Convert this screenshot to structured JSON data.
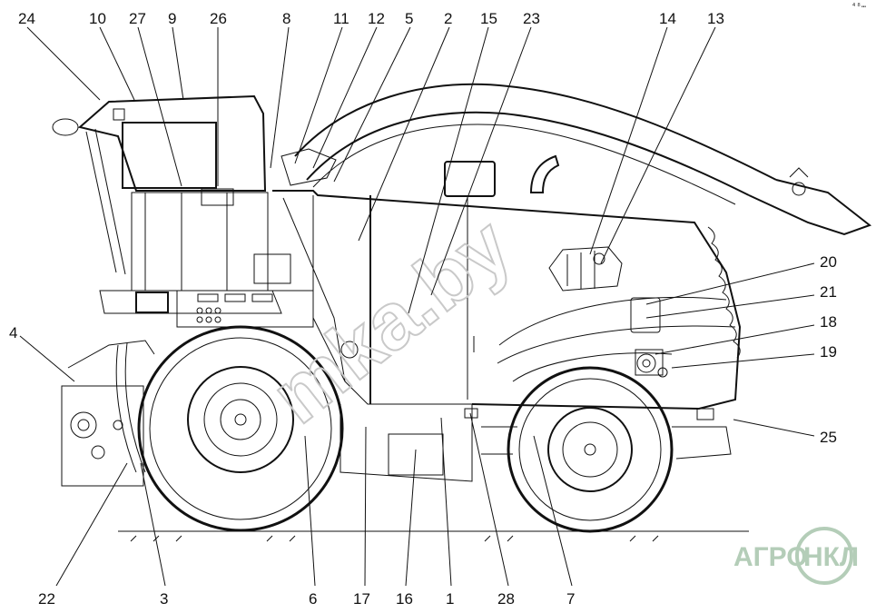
{
  "diagram": {
    "callouts": [
      "1",
      "2",
      "3",
      "4",
      "5",
      "6",
      "7",
      "8",
      "9",
      "10",
      "11",
      "12",
      "13",
      "14",
      "15",
      "16",
      "17",
      "18",
      "19",
      "20",
      "21",
      "22",
      "23",
      "24",
      "25",
      "26",
      "27",
      "28"
    ]
  },
  "watermark": {
    "text": "mka.by"
  },
  "logo": {
    "left": "АГРО",
    "right": "НКЛ"
  },
  "corner_mark": {
    "text": "⁴⁸⋯"
  },
  "colors": {
    "line": "#111111",
    "watermark": "#c9c9c9",
    "logo": "#b4cdb8",
    "background": "#ffffff"
  }
}
